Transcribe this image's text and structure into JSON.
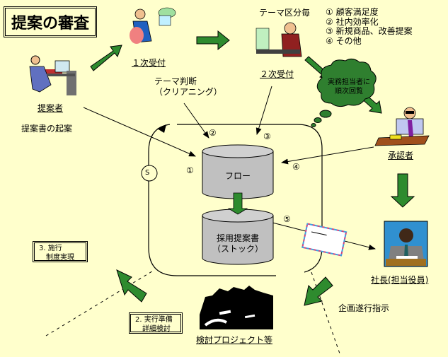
{
  "title": "提案の審査",
  "actors": {
    "proposer": {
      "label": "提案者",
      "note": "提案書の起案"
    },
    "first_reception": {
      "label": "１次受付"
    },
    "second_reception": {
      "label": "２次受付",
      "note": "テーマ区分毎"
    },
    "approver": {
      "label": "承認者"
    },
    "president": {
      "label": "社長(担当役員)"
    },
    "project": {
      "label": "検討プロジェクト等"
    }
  },
  "theme_categories": [
    "① 顧客満足度",
    "② 社内効率化",
    "③ 新規商品、改善提案",
    "④ その他"
  ],
  "theme_judgement": {
    "line1": "テーマ判断",
    "line2": "（クリアニング）"
  },
  "cloud": {
    "line1": "実務担当者に",
    "line2": "順次回覧"
  },
  "database": {
    "flow_label": "フロー",
    "stock_line1": "採用提案書",
    "stock_line2": "（ストック）"
  },
  "markers": {
    "m1": "①",
    "m2": "②",
    "m3": "③",
    "m4": "④",
    "m5": "⑤",
    "s": "S"
  },
  "stages": {
    "stage2": {
      "line1": "2. 実行準備",
      "line2": "詳細検討"
    },
    "stage3": {
      "line1": "3. 施行",
      "line2": "制度実現"
    }
  },
  "instruction": "企画遂行指示",
  "colors": {
    "background": "#ffffcc",
    "arrow": "#2e8b2e",
    "cylinder": "#c0c0c0",
    "cloud": "#2f7f2f"
  }
}
